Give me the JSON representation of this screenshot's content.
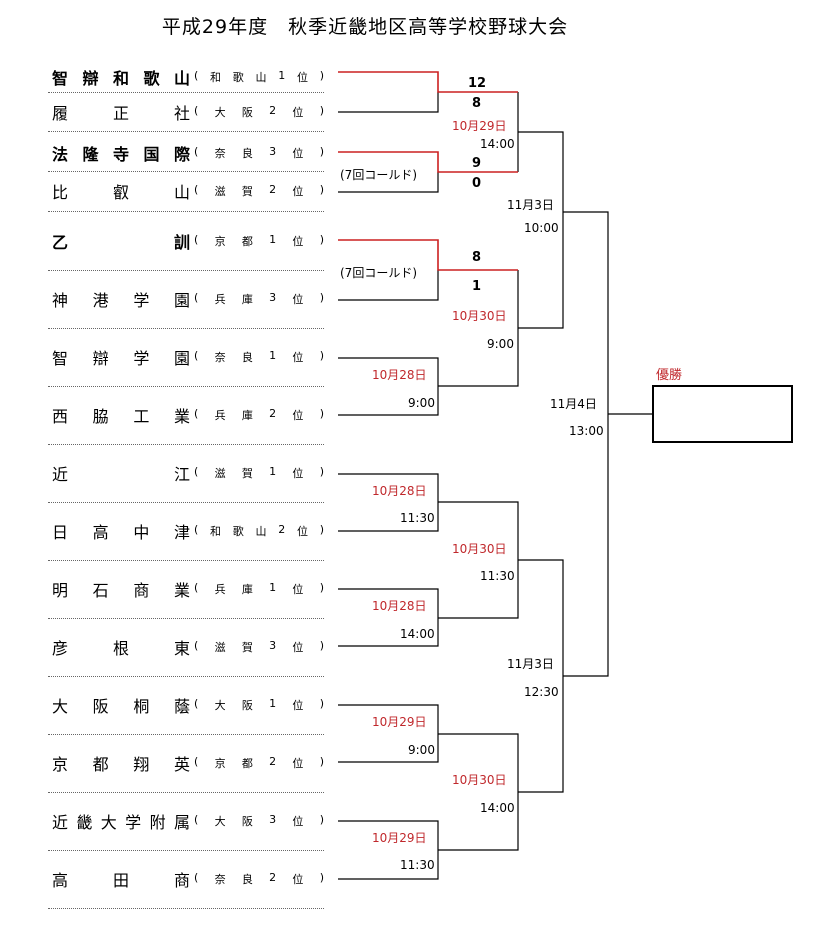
{
  "title": "平成29年度　秋季近畿地区高等学校野球大会",
  "teams": [
    {
      "name": [
        "智",
        "辯",
        "和",
        "歌",
        "山"
      ],
      "seed": [
        "(",
        "和",
        "歌",
        "山",
        "1",
        "位",
        ")"
      ],
      "bold": true
    },
    {
      "name": [
        "履",
        "正",
        "社"
      ],
      "seed": [
        "(",
        "大",
        "阪",
        "2",
        "位",
        ")"
      ],
      "bold": false
    },
    {
      "name": [
        "法",
        "隆",
        "寺",
        "国",
        "際"
      ],
      "seed": [
        "(",
        "奈",
        "良",
        "3",
        "位",
        ")"
      ],
      "bold": true
    },
    {
      "name": [
        "比",
        "叡",
        "山"
      ],
      "seed": [
        "(",
        "滋",
        "賀",
        "2",
        "位",
        ")"
      ],
      "bold": false
    },
    {
      "name": [
        "乙",
        "訓"
      ],
      "seed": [
        "(",
        "京",
        "都",
        "1",
        "位",
        ")"
      ],
      "bold": true
    },
    {
      "name": [
        "神",
        "港",
        "学",
        "園"
      ],
      "seed": [
        "(",
        "兵",
        "庫",
        "3",
        "位",
        ")"
      ],
      "bold": false
    },
    {
      "name": [
        "智",
        "辯",
        "学",
        "園"
      ],
      "seed": [
        "(",
        "奈",
        "良",
        "1",
        "位",
        ")"
      ],
      "bold": false
    },
    {
      "name": [
        "西",
        "脇",
        "工",
        "業"
      ],
      "seed": [
        "(",
        "兵",
        "庫",
        "2",
        "位",
        ")"
      ],
      "bold": false
    },
    {
      "name": [
        "近",
        "江"
      ],
      "seed": [
        "(",
        "滋",
        "賀",
        "1",
        "位",
        ")"
      ],
      "bold": false
    },
    {
      "name": [
        "日",
        "高",
        "中",
        "津"
      ],
      "seed": [
        "(",
        "和",
        "歌",
        "山",
        "2",
        "位",
        ")"
      ],
      "bold": false
    },
    {
      "name": [
        "明",
        "石",
        "商",
        "業"
      ],
      "seed": [
        "(",
        "兵",
        "庫",
        "1",
        "位",
        ")"
      ],
      "bold": false
    },
    {
      "name": [
        "彦",
        "根",
        "東"
      ],
      "seed": [
        "(",
        "滋",
        "賀",
        "3",
        "位",
        ")"
      ],
      "bold": false
    },
    {
      "name": [
        "大",
        "阪",
        "桐",
        "蔭"
      ],
      "seed": [
        "(",
        "大",
        "阪",
        "1",
        "位",
        ")"
      ],
      "bold": false
    },
    {
      "name": [
        "京",
        "都",
        "翔",
        "英"
      ],
      "seed": [
        "(",
        "京",
        "都",
        "2",
        "位",
        ")"
      ],
      "bold": false
    },
    {
      "name": [
        "近",
        "畿",
        "大",
        "学",
        "附",
        "属"
      ],
      "seed": [
        "(",
        "大",
        "阪",
        "3",
        "位",
        ")"
      ],
      "bold": false
    },
    {
      "name": [
        "高",
        "田",
        "商"
      ],
      "seed": [
        "(",
        "奈",
        "良",
        "2",
        "位",
        ")"
      ],
      "bold": false
    }
  ],
  "labels": {
    "score_1a": "12",
    "score_1b": "8",
    "date_1": "10月29日",
    "time_1": "14:00",
    "note_cold_1": "(7回コールド)",
    "score_2a": "9",
    "score_2b": "0",
    "score_3a": "8",
    "score_3b": "1",
    "note_cold_2": "(7回コールド)",
    "date_3": "10月30日",
    "time_3": "9:00",
    "date_4": "10月28日",
    "time_4": "9:00",
    "date_qf1": "11月3日",
    "time_qf1": "10:00",
    "date_final": "11月4日",
    "time_final": "13:00",
    "date_5": "10月28日",
    "time_5": "11:30",
    "date_6": "10月30日",
    "time_6": "11:30",
    "date_7": "10月28日",
    "time_7": "14:00",
    "date_qf2": "11月3日",
    "time_qf2": "12:30",
    "date_8": "10月29日",
    "time_8": "9:00",
    "date_9": "10月30日",
    "time_9": "14:00",
    "date_10": "10月29日",
    "time_10": "11:30",
    "champion_label": "優勝"
  },
  "colors": {
    "win_line": "#cc2020",
    "line": "#000000",
    "date_text": "#c0282c"
  }
}
